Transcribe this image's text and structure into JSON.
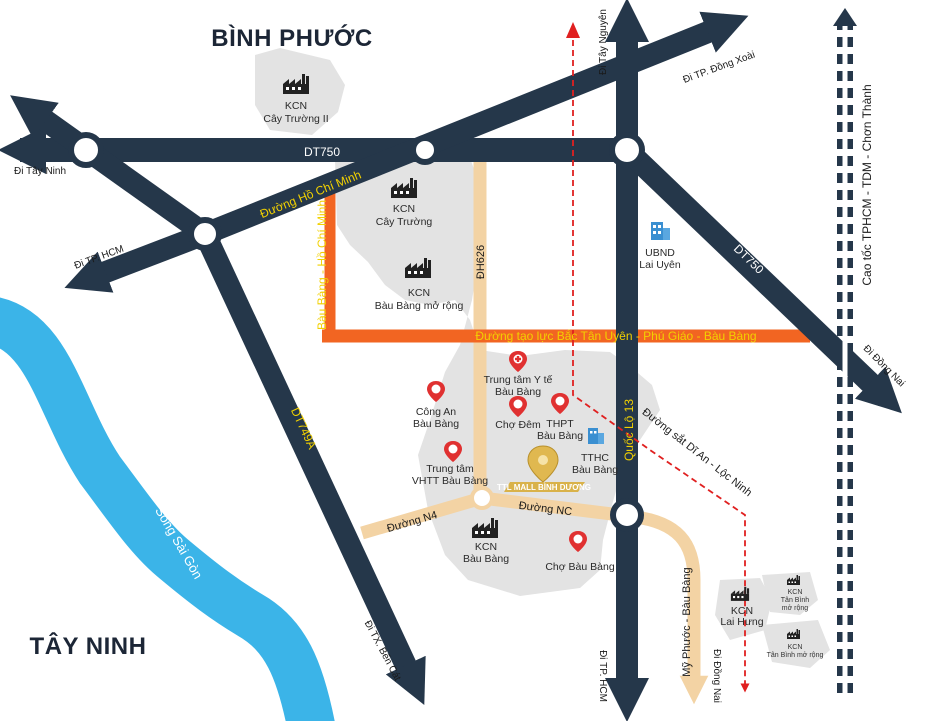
{
  "provinces": {
    "binh_phuoc": "BÌNH PHƯỚC",
    "tay_ninh": "TÂY NINH"
  },
  "river": "Sông Sài Gòn",
  "roads": {
    "dt750_top": "DT750",
    "dt750_diag": "DT750",
    "ho_chi_minh": "Đường Hồ Chí Minh",
    "bau_bang_hcm": "Bàu Bàng - Hồ Chí Minh",
    "dh626": "ĐH626",
    "dong_luc": "Đường tạo lực Bắc Tân Uyên - Phú Giáo - Bàu Bàng",
    "ql13": "Quốc Lộ 13",
    "dt749a": "DT749A",
    "n4": "Đường N4",
    "nc": "Đường NC",
    "my_phuoc": "Mỹ Phước - Bàu Bàng",
    "railway": "Đường sắt Dĩ An - Lộc Ninh",
    "expressway": "Cao tốc TPHCM - TDM - Chơn Thành"
  },
  "directions": {
    "tay_nguyen": "Đi Tây Nguyên",
    "dong_xoai": "Đi TP. Đồng Xoài",
    "tay_ninh": "Đi Tây Ninh",
    "hcm_left": "Đi TP. HCM",
    "dong_nai_right": "Đi Đồng Nai",
    "ben_cat": "Đi TX. Bến Cát",
    "hcm_bottom": "Đi TP. HCM",
    "dong_nai_bottom": "Đi Đồng Nai"
  },
  "places": {
    "kcn_cay_truong_2": [
      "KCN",
      "Cây Trường II"
    ],
    "kcn_cay_truong": [
      "KCN",
      "Cây Trường"
    ],
    "kcn_bb_mo_rong": [
      "KCN",
      "Bàu Bàng mở rộng"
    ],
    "ubnd": [
      "UBND",
      "Lai Uyên"
    ],
    "trung_tam_yte": [
      "Trung tâm Y tế",
      "Bàu Bàng"
    ],
    "cong_an": [
      "Công An",
      "Bàu Bàng"
    ],
    "cho_dem": "Chợ Đêm",
    "thpt": [
      "THPT",
      "Bàu Bàng"
    ],
    "tthc": [
      "TTHC",
      "Bàu Bàng"
    ],
    "vhtt": [
      "Trung tâm",
      "VHTT Bàu Bàng"
    ],
    "mall": "TTL MALL BÌNH DƯƠNG",
    "kcn_bau_bang": [
      "KCN",
      "Bàu Bàng"
    ],
    "cho_bau_bang": "Chợ Bàu Bàng",
    "kcn_lai_hung": [
      "KCN",
      "Lai Hưng"
    ],
    "kcn_tan_binh_mr1": [
      "KCN",
      "Tân Bình",
      "mở rộng"
    ],
    "kcn_tan_binh_mr2": [
      "KCN",
      "Tân Bình mở rộng"
    ]
  },
  "colors": {
    "highway": "#25374a",
    "orange_road": "#f26522",
    "tan_road": "#f3d3a4",
    "river": "#3bb4e8",
    "zone": "#e3e3e3",
    "pin_red": "#e03131",
    "label_yellow": "#f2d100",
    "rail_red": "#e02020"
  },
  "icons": [
    "factory-icon",
    "hospital-pin-icon",
    "police-pin-icon",
    "market-pin-icon",
    "school-pin-icon",
    "building-icon",
    "mall-pin-icon"
  ]
}
